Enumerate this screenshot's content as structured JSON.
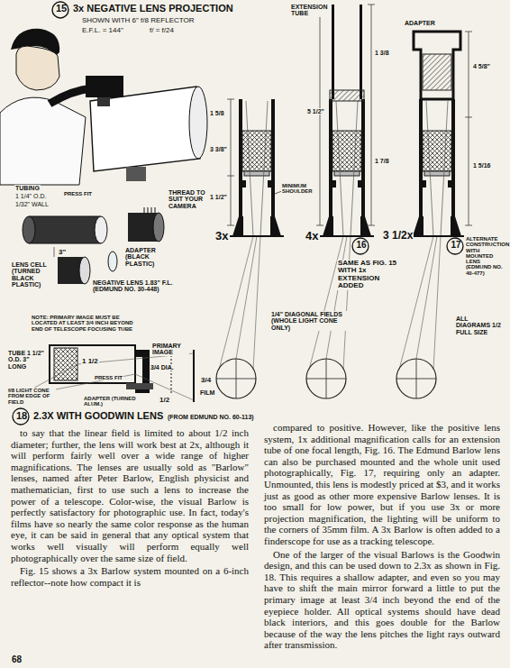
{
  "diagram": {
    "labels": [
      "15",
      "3x NEGATIVE LENS PROJECTION",
      "SHOWN WITH 6\" f/8 REFLECTOR",
      "E.F.L. = 144\"",
      "f/ = f/24",
      "TUBING",
      "1 1/4\" O.D.",
      "1/32\" WALL",
      "PRESS FIT",
      "THREAD TO SUIT YOUR CAMERA",
      "3\"",
      "ADAPTER (BLACK PLASTIC)",
      "LENS CELL (TURNED BLACK PLASTIC)",
      "NEGATIVE LENS 1.83\" F.L. (EDMUND NO. 30-448)",
      "EXTENSION TUBE",
      "ADAPTER",
      "1 5/8",
      "3 3/8\"",
      "1 1/2\"",
      "MINIMUM SHOULDER",
      "3x",
      "5 1/2\"",
      "1 3/8",
      "1 7/8",
      "4x",
      "4 5/8\"",
      "1 5/16",
      "3 1/2x",
      "16",
      "SAME AS FIG. 15 WITH 1x EXTENSION ADDED",
      "17",
      "ALTERNATE CONSTRUCTION WITH MOUNTED LENS (EDMUND NO. 40-477)",
      "1/4\" DIAGONAL FIELDS (WHOLE LIGHT CONE ONLY)",
      "ALL DIAGRAMS 1/2 FULL SIZE",
      "NOTE: PRIMARY IMAGE MUST BE LOCATED AT LEAST 3/4 INCH BEYOND END OF TELESCOPE FOCUSING TUBE",
      "TUBE 1 1/2\" O.D. 3\" LONG",
      "1 1/2",
      "PRIMARY IMAGE",
      "3/4 DIA.",
      "3/4",
      "1/2",
      "FILM",
      "PRESS FIT",
      "f/8 LIGHT CONE FROM EDGE OF FIELD",
      "ADAPTER (TURNED ALUM.)",
      "18",
      "2.3X WITH GOODWIN LENS",
      "(FROM EDMUND NO. 60-113)",
      "to say that the linear field is limited to about 1/2 inch diameter; further, the lens will work best at 2x, although it will perform fairly well over a wide range of higher magnifications. The lenses are usually sold as \"Barlow\" lenses, named after Peter Barlow, English physicist and mathematician, first to use such a lens to increase the power of a telescope. Color-wise, the visual Barlow is perfectly satisfactory for photographic use. In fact, today's films have so nearly the same color response as the human eye, it can be said in general that any optical system that works well visually will perform equally well photographically over the same size of field.",
      "Fig. 15 shows a 3x Barlow system mounted on a 6-inch reflector--note how compact it is",
      "compared to positive. However, like the positive lens system, 1x additional magnification calls for an extension tube of one focal length, Fig. 16. The Edmund Barlow lens can also be purchased mounted and the whole unit used photographically, Fig. 17, requiring only an adapter. Unmounted, this lens is modestly priced at $3, and it works just as good as other more expensive Barlow lenses. It is too small for low power, but if you use 3x or more projection magnification, the lighting will be uniform to the corners of 35mm film. A 3x Barlow is often added to a finderscope for use as a tracking telescope.",
      "One of the larger of the visual Barlows is the Goodwin design, and this can be used down to 2.3x as shown in Fig. 18. This requires a shallow adapter, and even so you may have to shift the main mirror forward a little to put the primary image at least 3/4 inch beyond the end of the eyepiece holder. All optical systems should have dead black interiors, and this goes double for the Barlow because of the way the lens pitches the light rays outward after transmission.",
      "68"
    ]
  }
}
